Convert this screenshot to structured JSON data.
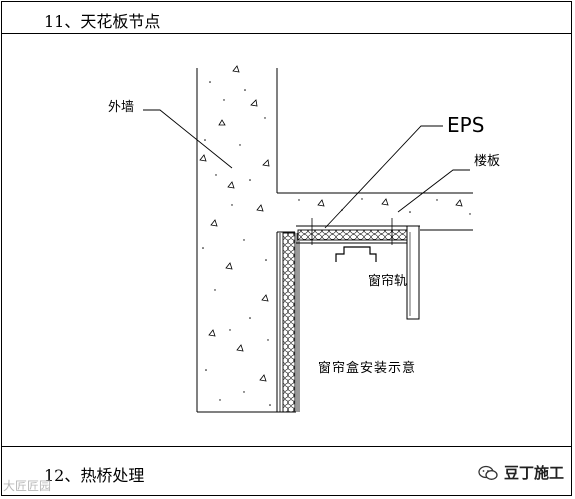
{
  "section_11_title": "11、天花板节点",
  "section_12_title": "12、热桥处理",
  "labels": {
    "exterior_wall": "外墙",
    "eps": "EPS",
    "floor_slab": "楼板",
    "curtain_rail": "窗帘轨",
    "curtain_box_note": "窗帘盒安装示意"
  },
  "watermark_left": "大匠匠园",
  "watermark_right": "豆丁施工",
  "icons": [
    "wechat-logo-icon"
  ]
}
